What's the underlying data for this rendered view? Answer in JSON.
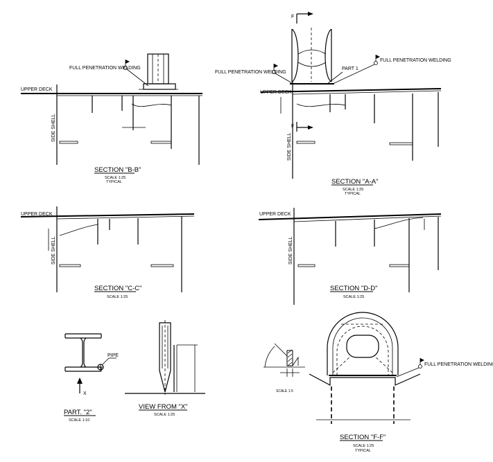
{
  "labels": {
    "upper_deck": "UPPER DECK",
    "side_shell": "SIDE SHELL",
    "full_penetration_welding": "FULL PENETRATION WELDING",
    "part_1": "PART 1",
    "section_f_marker": "F",
    "pipe": "PIPE",
    "view_x_marker": "X"
  },
  "views": {
    "section_bb": {
      "title": "SECTION \"B-B\"",
      "scale": "SCALE 1:25",
      "note": "TYPICAL"
    },
    "section_aa": {
      "title": "SECTION \"A-A\"",
      "scale": "SCALE 1:25",
      "note": "TYPICAL"
    },
    "section_cc": {
      "title": "SECTION \"C-C\"",
      "scale": "SCALE 1:25"
    },
    "section_dd": {
      "title": "SECTION \"D-D\"",
      "scale": "SCALE 1:25"
    },
    "part_2": {
      "title": "PART. \"2\"",
      "scale": "SCALE 1:10"
    },
    "view_from_x": {
      "title": "VIEW FROM \"X\"",
      "scale": "SCALE 1:25"
    },
    "detail": {
      "scale": "SCALE 1:5"
    },
    "section_ff": {
      "title": "SECTION \"F-F\"",
      "scale": "SCALE 1:25",
      "note": "TYPICAL"
    }
  }
}
